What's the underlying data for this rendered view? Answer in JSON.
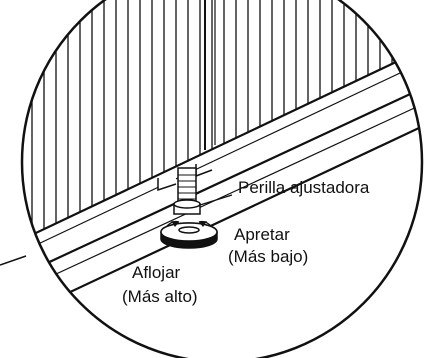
{
  "labels": {
    "knob": "Perilla ajustadora",
    "tighten": "Apretar",
    "tighten_sub": "(Más bajo)",
    "loosen": "Aflojar",
    "loosen_sub": "(Más alto)"
  },
  "colors": {
    "line": "#111111",
    "background": "#ffffff"
  }
}
